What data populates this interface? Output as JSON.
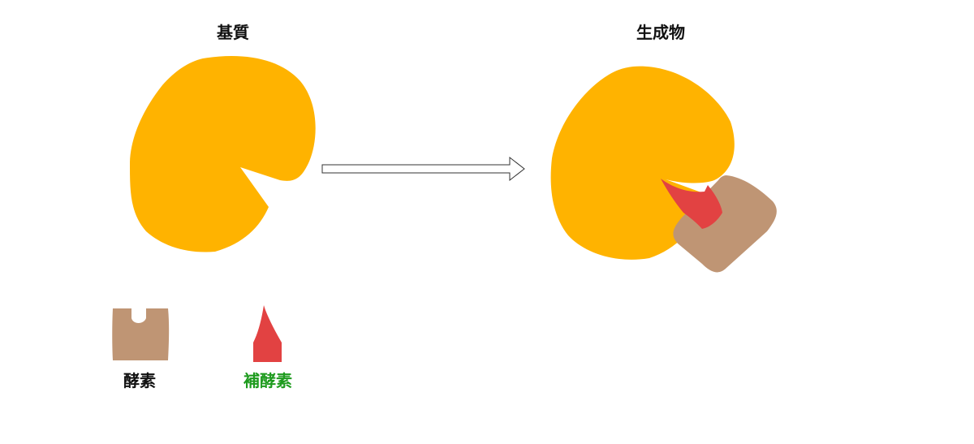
{
  "labels": {
    "substrate": "基質",
    "product": "生成物",
    "enzyme": "酵素",
    "coenzyme": "補酵素"
  },
  "colors": {
    "substrate": "#FFB300",
    "enzyme": "#BF9574",
    "coenzyme": "#E24242",
    "text": "#111111",
    "coenzyme_text": "#1E9B1E",
    "arrow_stroke": "#333333"
  },
  "icons": {
    "substrate": "pacman-blob-shape",
    "enzyme": "notched-square-shape",
    "coenzyme": "red-spike-shape",
    "reaction": "hollow-arrow-right"
  }
}
